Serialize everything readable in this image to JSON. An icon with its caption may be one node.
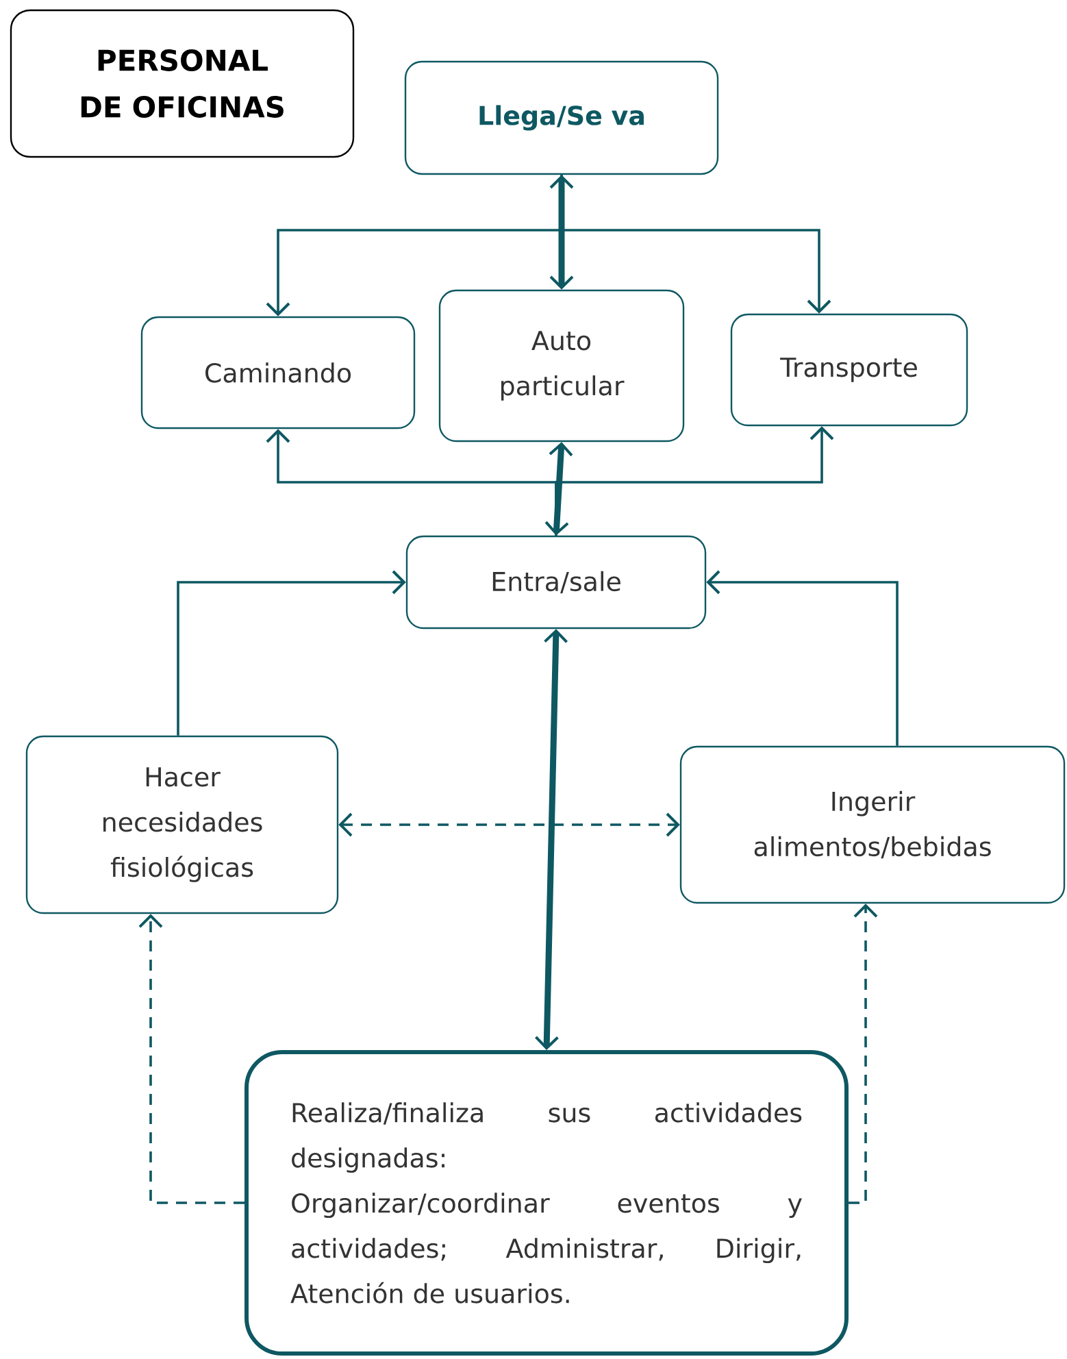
{
  "diagram": {
    "nodes": [
      {
        "text": [
          "PERSONAL DE OFICINAS"
        ]
      },
      {
        "text": [
          "Llega/Se va"
        ]
      },
      {
        "text": [
          "Caminando"
        ]
      },
      {
        "text": [
          "Auto particular"
        ]
      },
      {
        "text": [
          "Transporte"
        ]
      },
      {
        "text": [
          "Entra/sale"
        ]
      },
      {
        "text": [
          "Hacer necesidades fisiológicas"
        ]
      },
      {
        "text": [
          "Ingerir alimentos/bebidas"
        ]
      },
      {
        "text": [
          "Realiza/finaliza sus actividades designadas:",
          "Organizar/coordinar eventos y actividades; Administrar, Dirigir, Atención de usuarios."
        ]
      }
    ],
    "edges": [
      {
        "from": 1,
        "to": 3,
        "arrow": "both",
        "style": "thick"
      },
      {
        "from": 1,
        "to": 2,
        "arrow": "to"
      },
      {
        "from": 1,
        "to": 4,
        "arrow": "to"
      },
      {
        "from": 3,
        "to": 5,
        "arrow": "both",
        "style": "thick"
      },
      {
        "from": 5,
        "to": 2,
        "arrow": "to"
      },
      {
        "from": 5,
        "to": 4,
        "arrow": "to"
      },
      {
        "from": 6,
        "to": 5,
        "arrow": "to"
      },
      {
        "from": 7,
        "to": 5,
        "arrow": "to"
      },
      {
        "from": 6,
        "to": 7,
        "arrow": "both",
        "style": "dashed"
      },
      {
        "from": 5,
        "to": 8,
        "arrow": "both",
        "style": "thick"
      },
      {
        "from": 8,
        "to": 6,
        "arrow": "to",
        "style": "dashed"
      },
      {
        "from": 8,
        "to": 7,
        "arrow": "to",
        "style": "dashed"
      }
    ]
  }
}
